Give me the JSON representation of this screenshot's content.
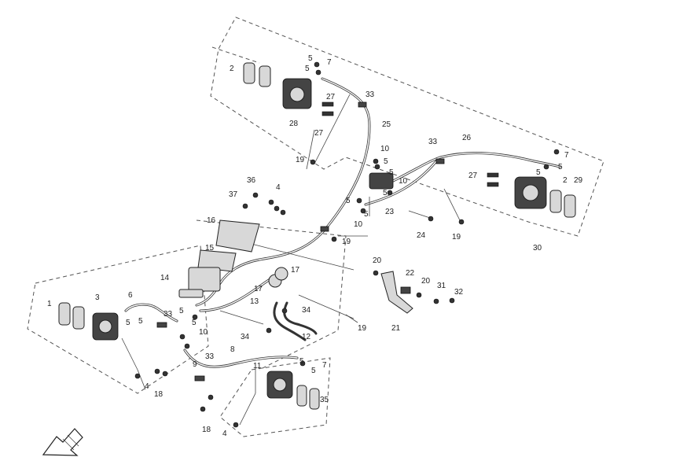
{
  "diagram": {
    "callouts": [
      {
        "id": "c-5a",
        "text": "5"
      },
      {
        "id": "c-7a",
        "text": "7"
      },
      {
        "id": "c-2a",
        "text": "2"
      },
      {
        "id": "c-5b",
        "text": "5"
      },
      {
        "id": "c-33a",
        "text": "33"
      },
      {
        "id": "c-27a",
        "text": "27"
      },
      {
        "id": "c-28",
        "text": "28"
      },
      {
        "id": "c-27b",
        "text": "27"
      },
      {
        "id": "c-25",
        "text": "25"
      },
      {
        "id": "c-19a",
        "text": "19"
      },
      {
        "id": "c-10a",
        "text": "10"
      },
      {
        "id": "c-5c",
        "text": "5"
      },
      {
        "id": "c-5d",
        "text": "5"
      },
      {
        "id": "c-10b",
        "text": "10"
      },
      {
        "id": "c-5e",
        "text": "5"
      },
      {
        "id": "c-5f",
        "text": "5"
      },
      {
        "id": "c-5g",
        "text": "5"
      },
      {
        "id": "c-10c",
        "text": "10"
      },
      {
        "id": "c-23",
        "text": "23"
      },
      {
        "id": "c-33b",
        "text": "33"
      },
      {
        "id": "c-26",
        "text": "26"
      },
      {
        "id": "c-7b",
        "text": "7"
      },
      {
        "id": "c-5h",
        "text": "5"
      },
      {
        "id": "c-5i",
        "text": "5"
      },
      {
        "id": "c-27c",
        "text": "27"
      },
      {
        "id": "c-2b",
        "text": "2"
      },
      {
        "id": "c-29",
        "text": "29"
      },
      {
        "id": "c-24",
        "text": "24"
      },
      {
        "id": "c-19b",
        "text": "19"
      },
      {
        "id": "c-30",
        "text": "30"
      },
      {
        "id": "c-36",
        "text": "36"
      },
      {
        "id": "c-37",
        "text": "37"
      },
      {
        "id": "c-4a",
        "text": "4"
      },
      {
        "id": "c-16",
        "text": "16"
      },
      {
        "id": "c-19c",
        "text": "19"
      },
      {
        "id": "c-15",
        "text": "15"
      },
      {
        "id": "c-14",
        "text": "14"
      },
      {
        "id": "c-13",
        "text": "13"
      },
      {
        "id": "c-20a",
        "text": "20"
      },
      {
        "id": "c-22",
        "text": "22"
      },
      {
        "id": "c-20b",
        "text": "20"
      },
      {
        "id": "c-31",
        "text": "31"
      },
      {
        "id": "c-32",
        "text": "32"
      },
      {
        "id": "c-21",
        "text": "21"
      },
      {
        "id": "c-17a",
        "text": "17"
      },
      {
        "id": "c-17b",
        "text": "17"
      },
      {
        "id": "c-34a",
        "text": "34"
      },
      {
        "id": "c-34b",
        "text": "34"
      },
      {
        "id": "c-12",
        "text": "12"
      },
      {
        "id": "c-19d",
        "text": "19"
      },
      {
        "id": "c-1",
        "text": "1"
      },
      {
        "id": "c-3",
        "text": "3"
      },
      {
        "id": "c-6",
        "text": "6"
      },
      {
        "id": "c-5j",
        "text": "5"
      },
      {
        "id": "c-5k",
        "text": "5"
      },
      {
        "id": "c-33c",
        "text": "33"
      },
      {
        "id": "c-5l",
        "text": "5"
      },
      {
        "id": "c-5m",
        "text": "5"
      },
      {
        "id": "c-10d",
        "text": "10"
      },
      {
        "id": "c-9",
        "text": "9"
      },
      {
        "id": "c-4b",
        "text": "4"
      },
      {
        "id": "c-18a",
        "text": "18"
      },
      {
        "id": "c-8",
        "text": "8"
      },
      {
        "id": "c-33d",
        "text": "33"
      },
      {
        "id": "c-11",
        "text": "11"
      },
      {
        "id": "c-5n",
        "text": "5"
      },
      {
        "id": "c-5o",
        "text": "5"
      },
      {
        "id": "c-7c",
        "text": "7"
      },
      {
        "id": "c-35",
        "text": "35"
      },
      {
        "id": "c-18b",
        "text": "18"
      },
      {
        "id": "c-4c",
        "text": "4"
      }
    ]
  }
}
